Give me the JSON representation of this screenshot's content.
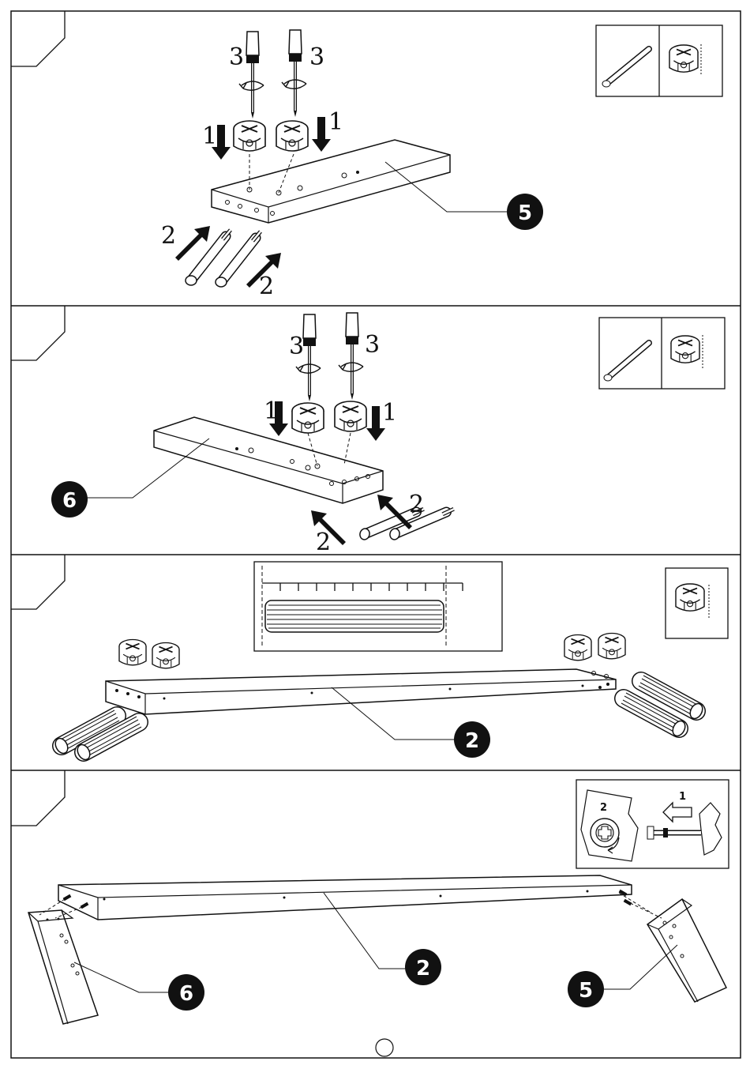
{
  "panels": [
    {
      "part_number": "5",
      "step_labels": [
        "1",
        "1",
        "2",
        "2",
        "3",
        "3"
      ]
    },
    {
      "part_number": "6",
      "step_labels": [
        "1",
        "1",
        "2",
        "2",
        "3",
        "3"
      ]
    },
    {
      "part_number": "2"
    },
    {
      "part_number_a": "2",
      "part_number_b": "6",
      "part_number_c": "5",
      "inset_labels": [
        "2",
        "1"
      ]
    }
  ]
}
